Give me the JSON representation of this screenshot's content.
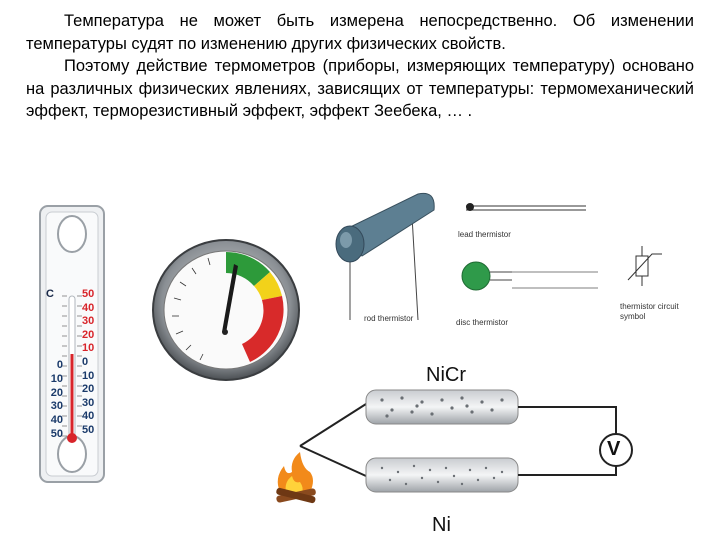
{
  "text": {
    "paragraph_1": "Температура не может быть измерена непосредственно. Об изменении температуры судят по изменению других физических свойств.",
    "paragraph_2": "Поэтому действие термометров (приборы, измеряющих температуру) основано на различных физических явлениях, зависящих от температуры: термомеханический эффект, терморезистивный эффект, эффект Зеебека, … ."
  },
  "thermometer": {
    "unit": "C",
    "left_scale": [
      "0",
      "10",
      "20",
      "30",
      "40",
      "50"
    ],
    "right_scale": [
      "50",
      "40",
      "30",
      "20",
      "10",
      "0",
      "10",
      "20",
      "30",
      "40",
      "50"
    ]
  },
  "thermistors": {
    "lead_label": "lead thermistor",
    "rod_label": "rod thermistor",
    "disc_label": "disc thermistor",
    "symbol_label": "thermistor circuit symbol"
  },
  "thermocouple": {
    "top_metal": "NiCr",
    "bottom_metal": "Ni",
    "meter_symbol": "V"
  }
}
